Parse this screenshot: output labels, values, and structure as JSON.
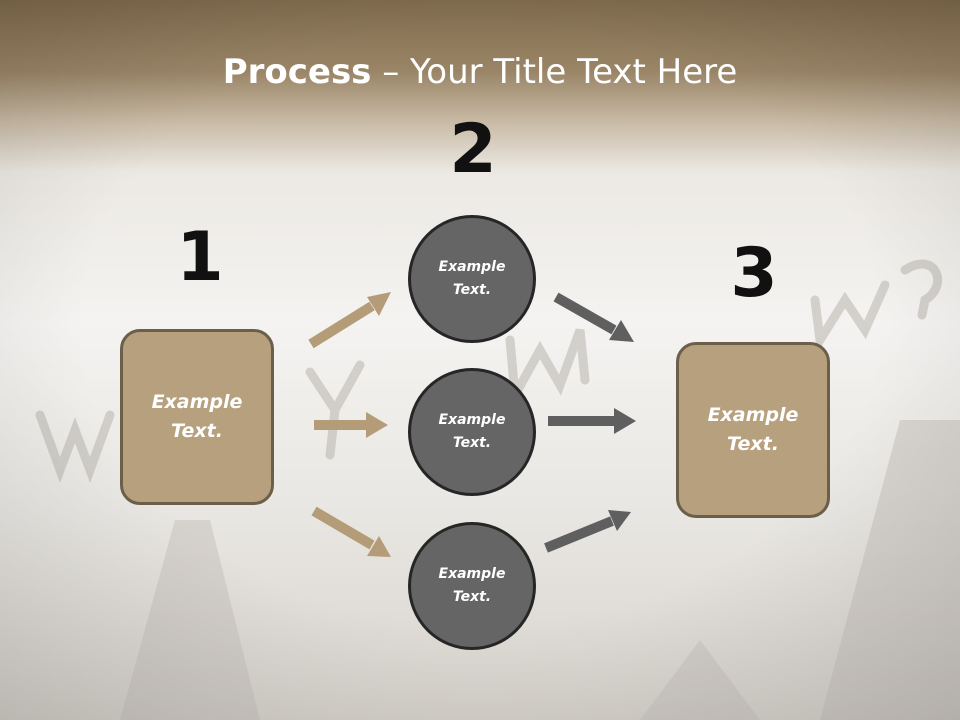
{
  "title": {
    "bold": "Process",
    "rest": " – Your Title Text Here"
  },
  "steps": [
    {
      "number": "1",
      "label": "Example\nText."
    },
    {
      "number": "2"
    },
    {
      "number": "3",
      "label": "Example\nText."
    }
  ],
  "circles": [
    {
      "label": "Example\nText."
    },
    {
      "label": "Example\nText."
    },
    {
      "label": "Example\nText."
    }
  ],
  "colors": {
    "box_fill": "#b6a07e",
    "box_border": "#6b5f4a",
    "circle_fill": "#656565",
    "circle_border": "#262626",
    "arrow_tan": "#b49c78",
    "arrow_gray": "#5f5f5f",
    "header_band": "#7f6a4c"
  }
}
